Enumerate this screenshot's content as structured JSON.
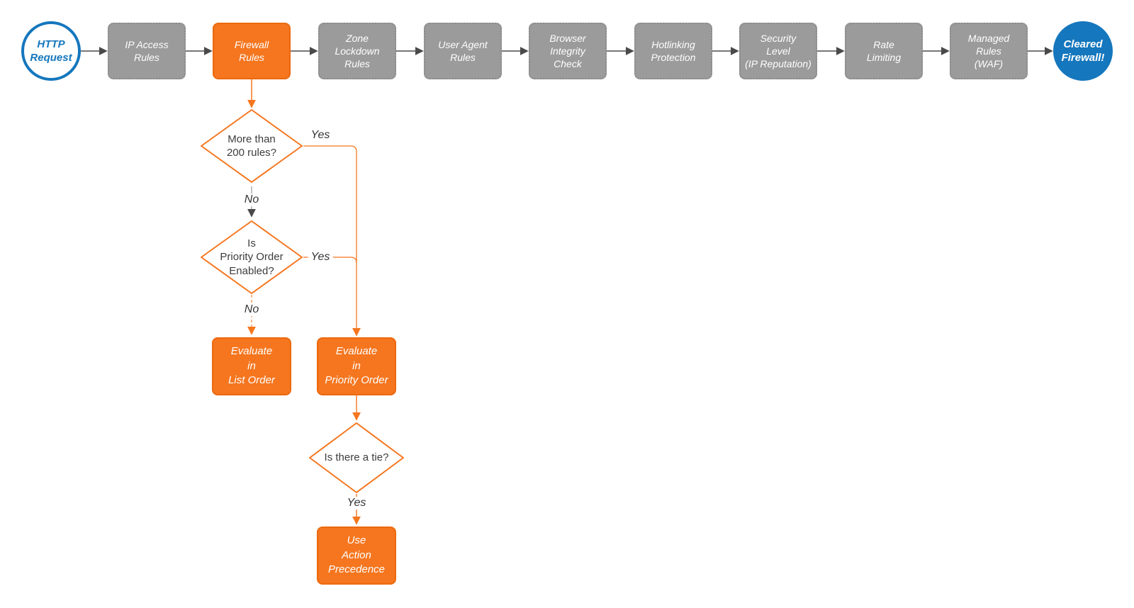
{
  "nodes": {
    "http_request": {
      "label": "HTTP\nRequest"
    },
    "ip_access_rules": {
      "label": "IP Access\nRules"
    },
    "firewall_rules": {
      "label": "Firewall\nRules"
    },
    "zone_lockdown_rules": {
      "label": "Zone\nLockdown\nRules"
    },
    "user_agent_rules": {
      "label": "User Agent\nRules"
    },
    "browser_integrity_check": {
      "label": "Browser\nIntegrity\nCheck"
    },
    "hotlinking_protection": {
      "label": "Hotlinking\nProtection"
    },
    "security_level": {
      "label": "Security\nLevel\n(IP Reputation)"
    },
    "rate_limiting": {
      "label": "Rate\nLimiting"
    },
    "managed_rules_waf": {
      "label": "Managed\nRules\n(WAF)"
    },
    "cleared_firewall": {
      "label": "Cleared\nFirewall!"
    },
    "decision_more_than_200_rules": {
      "label": "More than\n200 rules?"
    },
    "decision_priority_order_enabled": {
      "label": "Is\nPriority Order\nEnabled?"
    },
    "decision_is_there_a_tie": {
      "label": "Is there a tie?"
    },
    "evaluate_in_list_order": {
      "label": "Evaluate\nin\nList Order"
    },
    "evaluate_in_priority_order": {
      "label": "Evaluate\nin\nPriority Order"
    },
    "use_action_precedence": {
      "label": "Use\nAction\nPrecedence"
    }
  },
  "edge_labels": {
    "more_than_200_yes": "Yes",
    "more_than_200_no": "No",
    "priority_enabled_yes": "Yes",
    "priority_enabled_no": "No",
    "tie_yes": "Yes"
  },
  "colors": {
    "orange": "#F5761F",
    "gray_node": "#9B9B9B",
    "blue": "#1577BD",
    "connector_dark": "#4A4A4A",
    "background": "#FFFFFF"
  }
}
